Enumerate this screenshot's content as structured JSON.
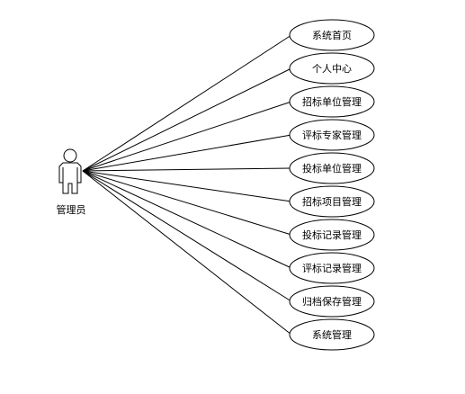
{
  "actor": {
    "name": "管理员"
  },
  "use_cases": [
    "系统首页",
    "个人中心",
    "招标单位管理",
    "评标专家管理",
    "投标单位管理",
    "招标项目管理",
    "投标记录管理",
    "评标记录管理",
    "归档保存管理",
    "系统管理"
  ]
}
